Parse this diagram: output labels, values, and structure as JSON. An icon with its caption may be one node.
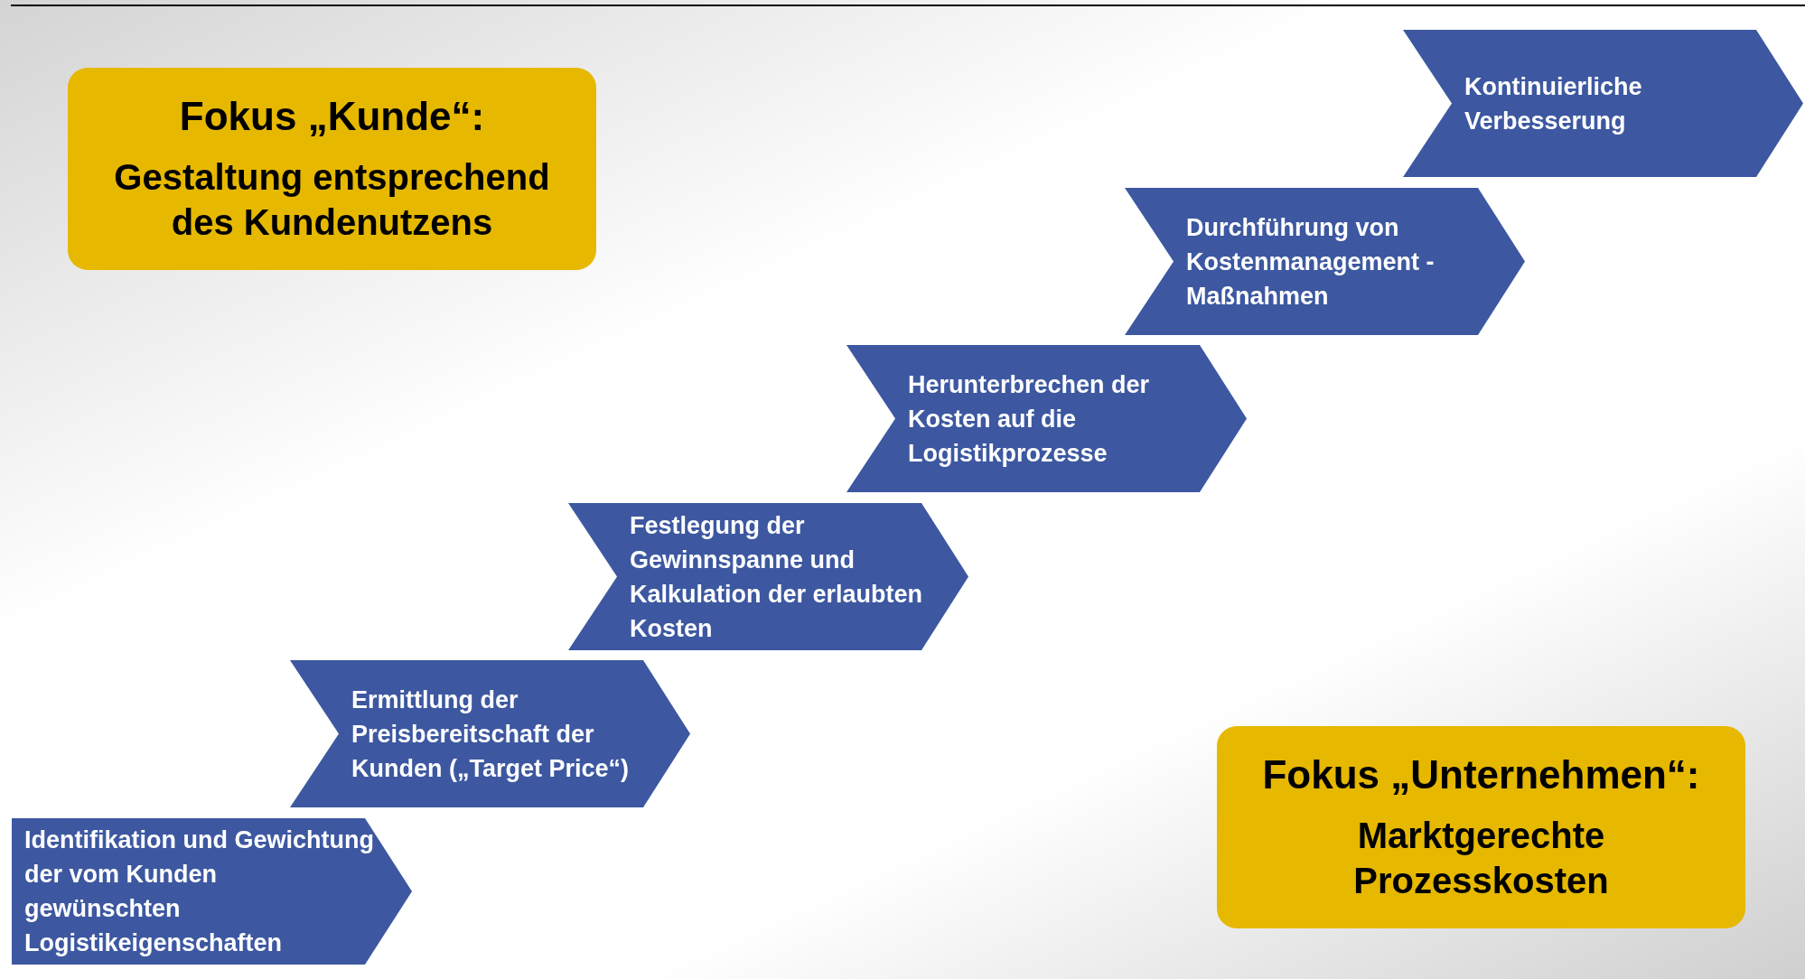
{
  "diagram": {
    "nodes": [
      {
        "text": [
          "Fokus „Kunde“:",
          "Gestaltung entsprechend des Kundenutzens"
        ]
      },
      {
        "text": [
          "Kontinuierliche Verbesserung"
        ]
      },
      {
        "text": [
          "Durchführung von Kostenmanagement -Maßnahmen"
        ]
      },
      {
        "text": [
          "Herunterbrechen der Kosten auf die Logistikprozesse"
        ]
      },
      {
        "text": [
          "Festlegung der Gewinnspanne und Kalkulation der erlaubten Kosten"
        ]
      },
      {
        "text": [
          "Ermittlung der Preisbereitschaft der Kunden („Target Price“)"
        ]
      },
      {
        "text": [
          "Identifikation und Gewichtung der vom Kunden gewünschten Logistikeigenschaften"
        ]
      },
      {
        "text": [
          "Fokus „Unternehmen“:",
          "Marktgerechte Prozesskosten"
        ]
      }
    ]
  }
}
